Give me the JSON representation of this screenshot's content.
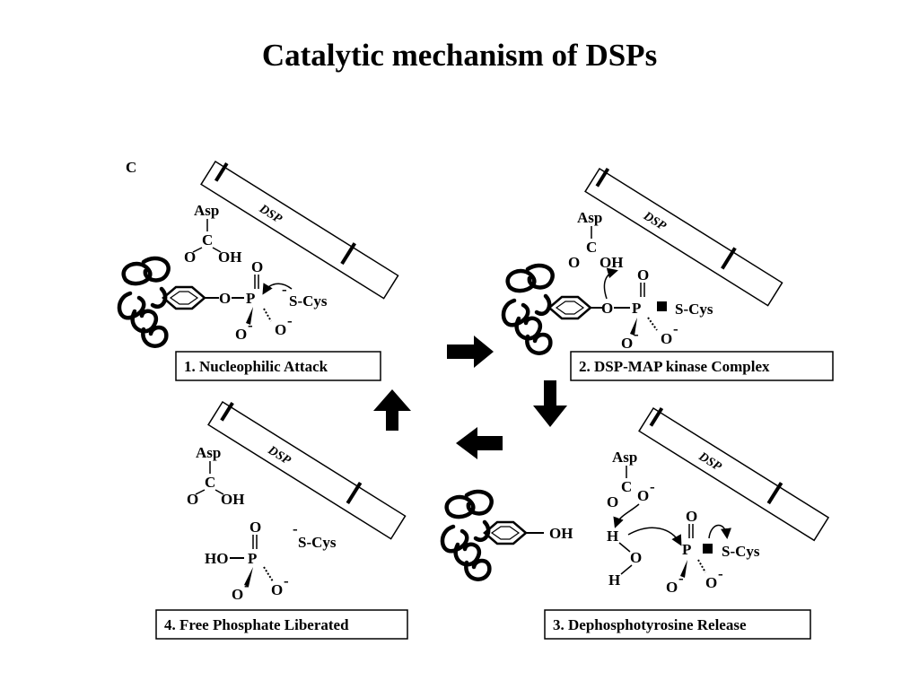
{
  "title": "Catalytic mechanism of DSPs",
  "panel_letter": "C",
  "panels": [
    {
      "step_label": "1. Nucleophilic Attack",
      "enzyme": "DSP",
      "asp": "Asp",
      "asp_c": "C",
      "asp_o": "O",
      "asp_oh": "OH",
      "tyr_o": "O",
      "p": "P",
      "p_o": "O",
      "minus": "-",
      "s_cys": "S-Cys",
      "o1": "O",
      "o2": "O"
    },
    {
      "step_label": "2. DSP-MAP kinase Complex",
      "enzyme": "DSP",
      "asp": "Asp",
      "asp_c": "C",
      "asp_o": "O",
      "asp_oh": "OH",
      "tyr_o": "O",
      "p": "P",
      "p_o": "O",
      "s_cys": "S-Cys",
      "o1": "O",
      "o2": "O"
    },
    {
      "step_label": "3. Dephosphotyrosine Release",
      "enzyme": "DSP",
      "tyr_oh": "OH",
      "asp": "Asp",
      "asp_c": "C",
      "asp_o": "O",
      "asp_o2": "O",
      "h1": "H",
      "o_w": "O",
      "h2": "H",
      "p": "P",
      "p_o": "O",
      "s_cys": "S-Cys",
      "o1": "O",
      "o2": "O"
    },
    {
      "step_label": "4. Free Phosphate Liberated",
      "enzyme": "DSP",
      "asp": "Asp",
      "asp_c": "C",
      "asp_o": "O",
      "asp_oh": "OH",
      "ho": "HO",
      "p": "P",
      "p_o": "O",
      "s_cys": "S-Cys",
      "o1": "O",
      "o2": "O"
    }
  ],
  "icons": [
    "thick-arrow-right",
    "thick-arrow-down",
    "thick-arrow-left",
    "thick-arrow-up",
    "curved-electron-arrow",
    "protein-coil",
    "phenyl-ring"
  ]
}
